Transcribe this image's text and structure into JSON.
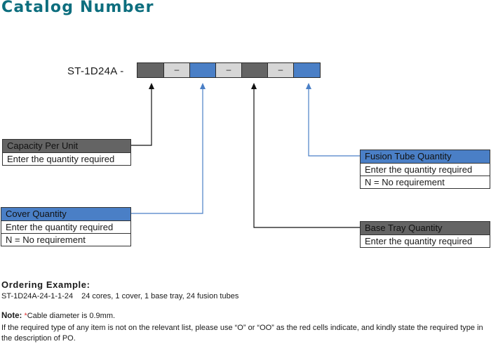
{
  "title": "Catalog Number",
  "code": {
    "prefix": "ST-1D24A -",
    "dash": "–"
  },
  "colors": {
    "title": "#0d6e7e",
    "dark_cell": "#646464",
    "blue_cell": "#4a7fc6",
    "dash_cell": "#d6d6d6",
    "note_mark": "#e03030"
  },
  "boxes": {
    "capacity": {
      "header": "Capacity Per Unit",
      "rows": [
        "Enter the quantity required"
      ]
    },
    "cover": {
      "header": "Cover Quantity",
      "rows": [
        "Enter the quantity required",
        "N = No requirement"
      ]
    },
    "fusion": {
      "header": "Fusion Tube Quantity",
      "rows": [
        "Enter the quantity required",
        "N = No requirement"
      ]
    },
    "base": {
      "header": "Base Tray Quantity",
      "rows": [
        "Enter the quantity required"
      ]
    }
  },
  "ordering": {
    "title": "Ordering Example:",
    "code": "ST-1D24A-24-1-1-24",
    "description": "24 cores, 1 cover, 1 base tray, 24 fusion tubes"
  },
  "note": {
    "label": "Note:",
    "mark": "*",
    "text": "Cable diameter is 0.9mm.",
    "body": "If the required type of any item is not on the relevant list, please use “O” or “OO” as the red cells indicate, and kindly state the required type in the description of PO."
  }
}
